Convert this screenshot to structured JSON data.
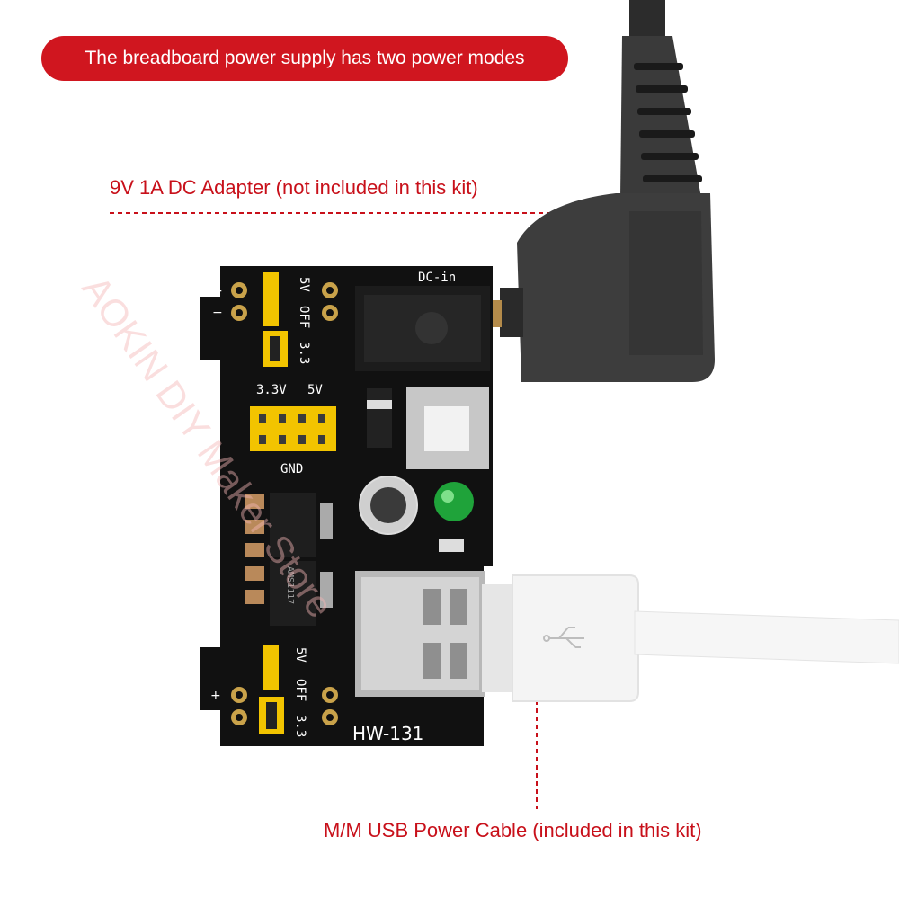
{
  "header": {
    "banner_text": "The breadboard power supply has two power modes"
  },
  "callouts": {
    "dc_adapter": "9V 1A DC Adapter (not included in this kit)",
    "usb_cable": "M/M USB Power Cable (included in this kit)"
  },
  "board": {
    "model": "HW-131",
    "dc_in_label": "DC-in",
    "top_jumper_labels": {
      "five_v": "5V",
      "off": "OFF",
      "three_three": "3.3"
    },
    "rail_labels": {
      "v33": "3.3V",
      "v5": "5V",
      "gnd": "GND"
    },
    "bottom_jumper_labels": {
      "five_v": "5V",
      "off": "OFF",
      "three_three": "3.3"
    },
    "regulator_text": "AMS1117"
  },
  "watermark": "AOKIN DIY Maker Store",
  "colors": {
    "accent_red": "#d0161f",
    "callout_red": "#c8101a",
    "pcb_black": "#111111",
    "jumper_yellow": "#f2c400"
  }
}
